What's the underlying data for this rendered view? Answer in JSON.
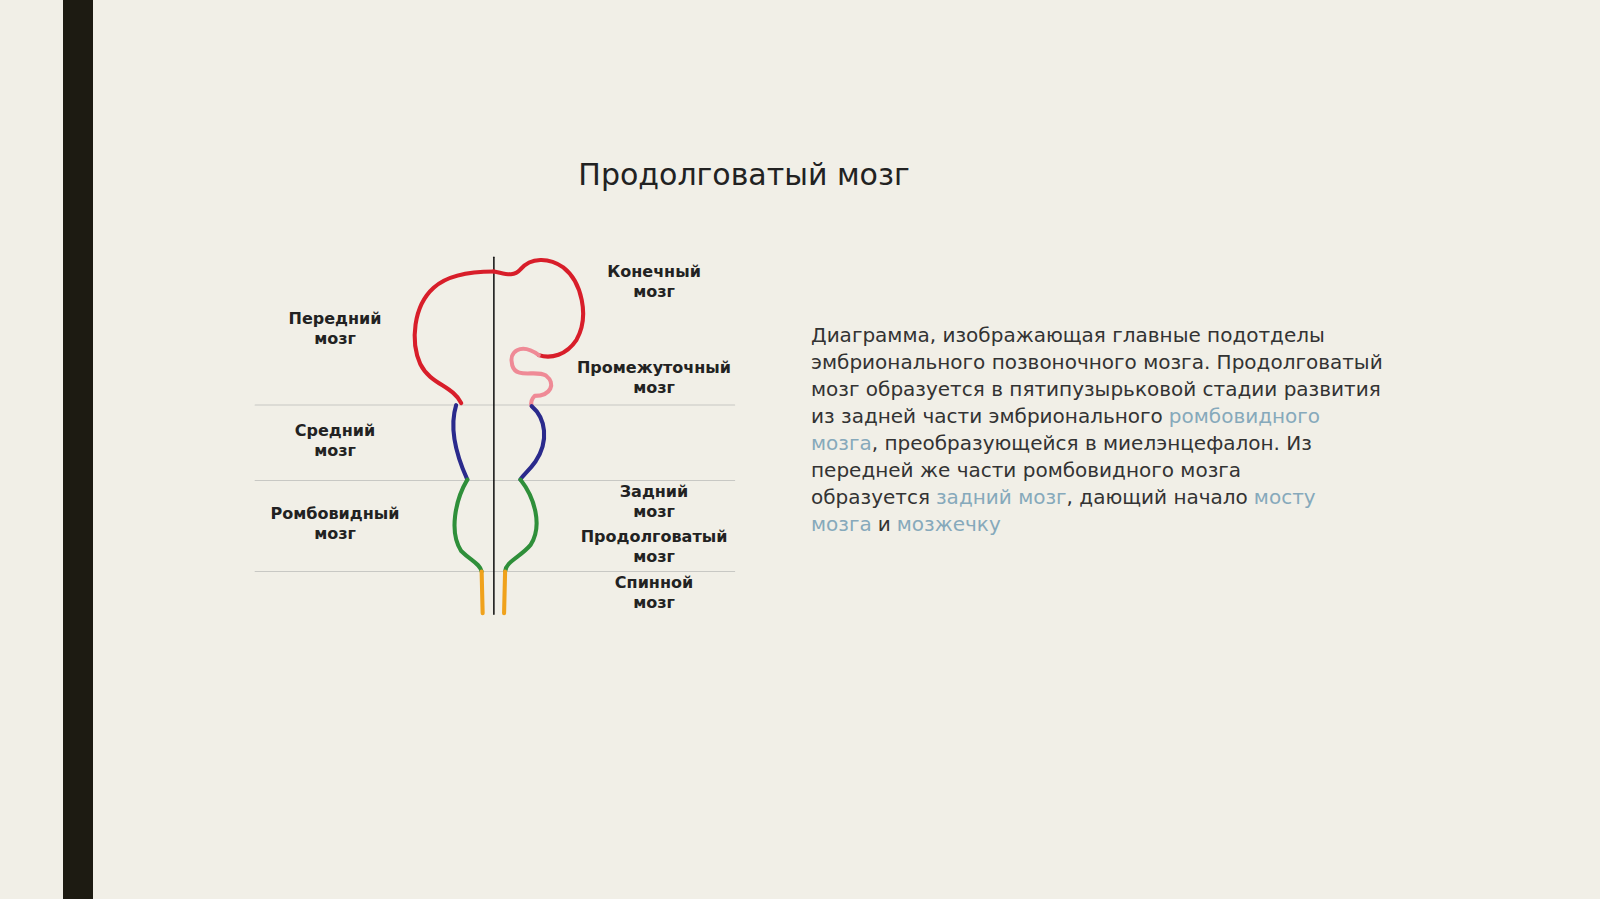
{
  "diagram": {
    "title": "Продолговатый мозг",
    "labels": [
      "Передний мозг",
      "Конечный мозг",
      "Промежуточный мозг",
      "Средний мозг",
      "Задний мозг",
      "Ромбовидный мозг",
      "Продолговатый мозг",
      "Спинной мозг",
      "Диаграмма, изображающая главные подотделы эмбрионального позвоночного мозга. Продолговатый мозг образуется в пятипузырьковой стадии развития из задней части эмбрионального",
      "ромбовидного мозга",
      ", преобразующейся в миелэнцефалон. Из передней же части ромбовидного мозга образуется",
      "задний мозг",
      ", дающий начало",
      "мосту мозга",
      "и",
      "мозжечку"
    ]
  }
}
